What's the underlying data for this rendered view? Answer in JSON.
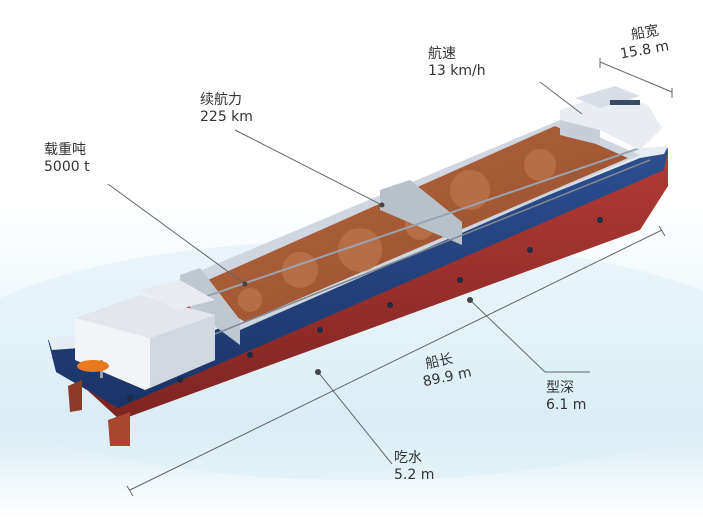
{
  "annotations": {
    "deadweight": {
      "name": "载重吨",
      "value": "5000 t"
    },
    "endurance": {
      "name": "续航力",
      "value": "225 km"
    },
    "speed": {
      "name": "航速",
      "value": "13 km/h"
    },
    "beam": {
      "name": "船宽",
      "value": "15.8 m"
    },
    "length": {
      "name": "船长",
      "value": "89.9 m"
    },
    "depth": {
      "name": "型深",
      "value": "6.1 m"
    },
    "draft": {
      "name": "吃水",
      "value": "5.2 m"
    }
  }
}
